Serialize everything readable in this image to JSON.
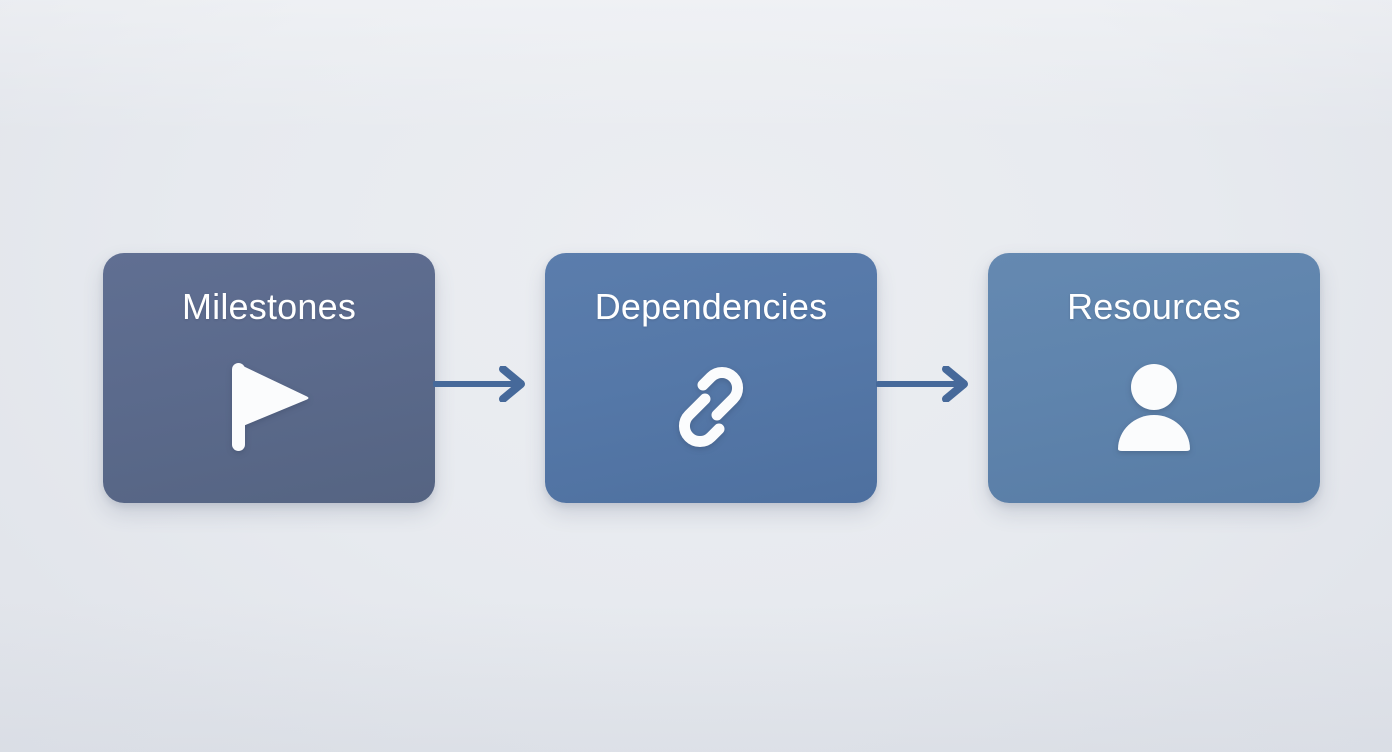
{
  "diagram": {
    "type": "horizontal-flow",
    "background_color": "#e5e8ed",
    "arrow_color": "#46699a",
    "title_color": "#ffffff",
    "icon_color": "#fbfcfd",
    "nodes": [
      {
        "label": "Milestones",
        "icon": "flag-icon",
        "color": "#5b6a8c",
        "order": "1"
      },
      {
        "label": "Dependencies",
        "icon": "link-chain-icon",
        "color": "#5578a8",
        "order": "2"
      },
      {
        "label": "Resources",
        "icon": "person-icon",
        "color": "#5f84ad",
        "order": "3"
      }
    ],
    "connectors": [
      {
        "name": "arrow-milestones-to-dependencies",
        "icon": "arrow-right-icon"
      },
      {
        "name": "arrow-dependencies-to-resources",
        "icon": "arrow-right-icon"
      }
    ]
  }
}
